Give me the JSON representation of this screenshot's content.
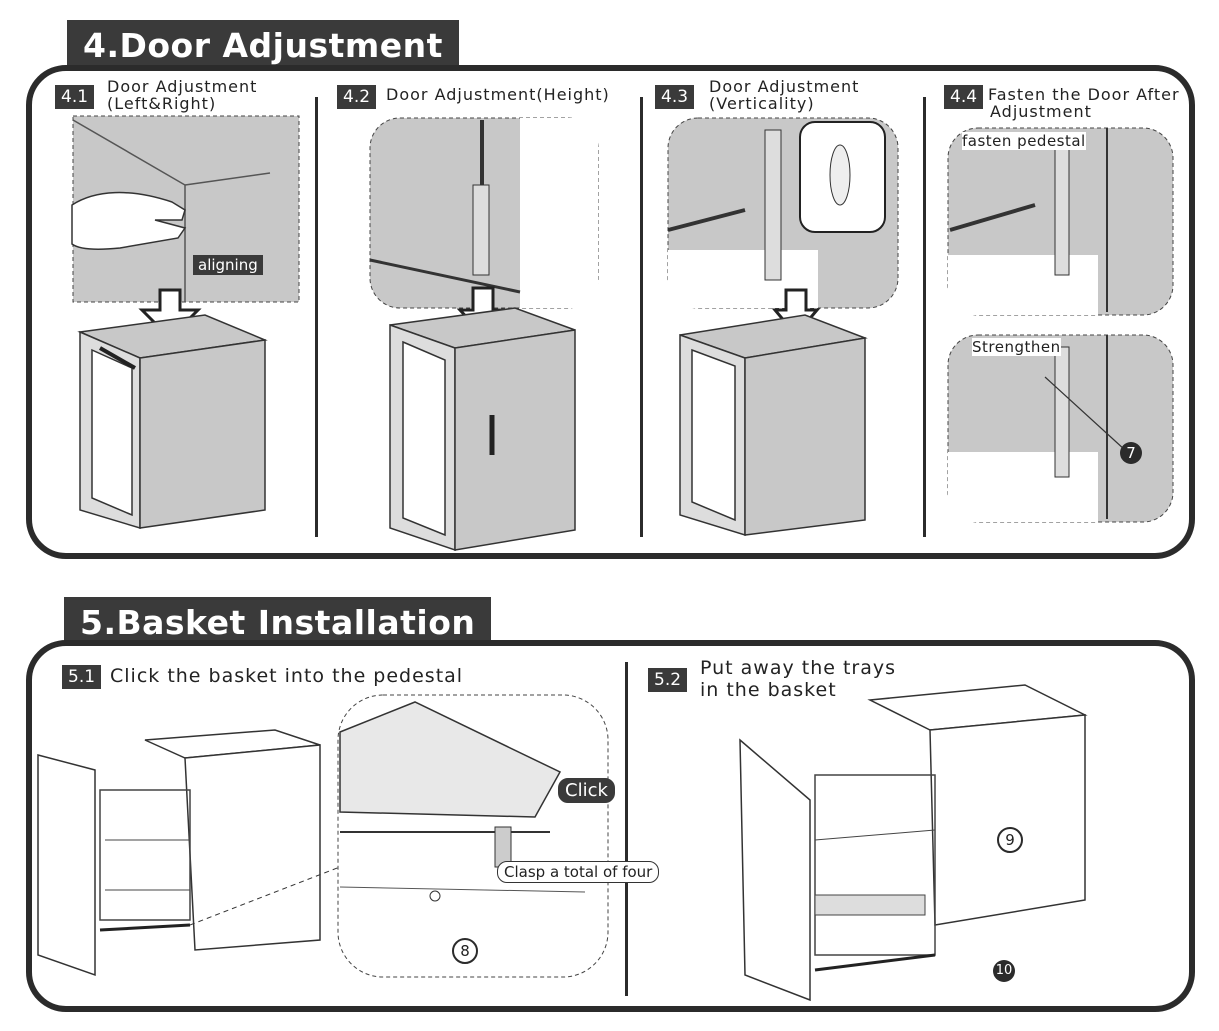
{
  "section4": {
    "title": "4.Door Adjustment",
    "steps": [
      {
        "num": "4.1",
        "line1": "Door Adjustment",
        "line2": "(Left&Right)"
      },
      {
        "num": "4.2",
        "line1": "Door Adjustment(Height)",
        "line2": ""
      },
      {
        "num": "4.3",
        "line1": "Door Adjustment",
        "line2": "(Verticality)"
      },
      {
        "num": "4.4",
        "line1": "Fasten the Door After",
        "line2": "Adjustment"
      }
    ],
    "labels": {
      "aligning": "aligning",
      "fasten_pedestal": "fasten pedestal",
      "strengthen": "Strengthen",
      "callout_7": "7"
    }
  },
  "section5": {
    "title": "5.Basket Installation",
    "steps": [
      {
        "num": "5.1",
        "line1": "Click the basket into the pedestal",
        "line2": ""
      },
      {
        "num": "5.2",
        "line1": "Put away the trays",
        "line2": "in the basket"
      }
    ],
    "labels": {
      "click": "Click",
      "clasp": "Clasp a total of four",
      "callout_8": "8",
      "callout_9": "9",
      "callout_10": "10"
    }
  },
  "colors": {
    "dark": "#2b2b2b",
    "panel": "#c9c9c9",
    "badge": "#3a3a3a"
  }
}
